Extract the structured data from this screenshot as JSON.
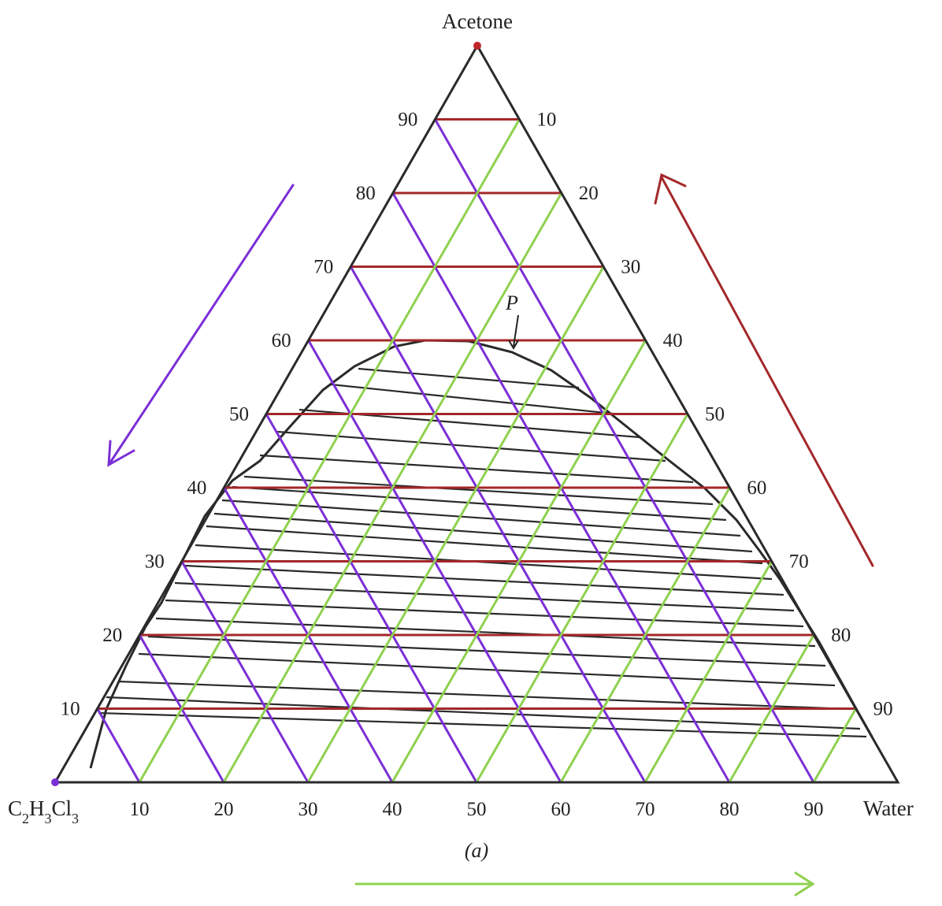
{
  "diagram": {
    "type": "ternary-phase-diagram",
    "apex_labels": {
      "top": "Acetone",
      "left_html": "C<tspan baseline-shift=\"sub\" font-size=\"18\">2</tspan>H<tspan baseline-shift=\"sub\" font-size=\"18\">3</tspan>Cl<tspan baseline-shift=\"sub\" font-size=\"18\">3</tspan>",
      "left": "C2H3Cl3",
      "right": "Water"
    },
    "caption": "(a)",
    "plait_point_label": "P",
    "left_axis_ticks": [
      "10",
      "20",
      "30",
      "40",
      "50",
      "60",
      "70",
      "80",
      "90"
    ],
    "right_axis_ticks": [
      "90",
      "80",
      "70",
      "60",
      "50",
      "40",
      "30",
      "20",
      "10"
    ],
    "bottom_axis_ticks": [
      "10",
      "20",
      "30",
      "40",
      "50",
      "60",
      "70",
      "80",
      "90"
    ],
    "colors": {
      "triangle": "#2a2a2a",
      "acetone_gridlines": "#a3282a",
      "c2h3cl3_gridlines": "#7b2fd6",
      "water_gridlines": "#8fd14f",
      "binodal_curve": "#2a2a2a",
      "tie_lines": "#2a2a2a",
      "acetone_arrow": "#a3282a",
      "c2h3cl3_arrow": "#7b2fd6",
      "water_arrow": "#8fd14f",
      "apex_dot_top": "#c0262a",
      "apex_dot_left": "#7b2fd6"
    }
  }
}
